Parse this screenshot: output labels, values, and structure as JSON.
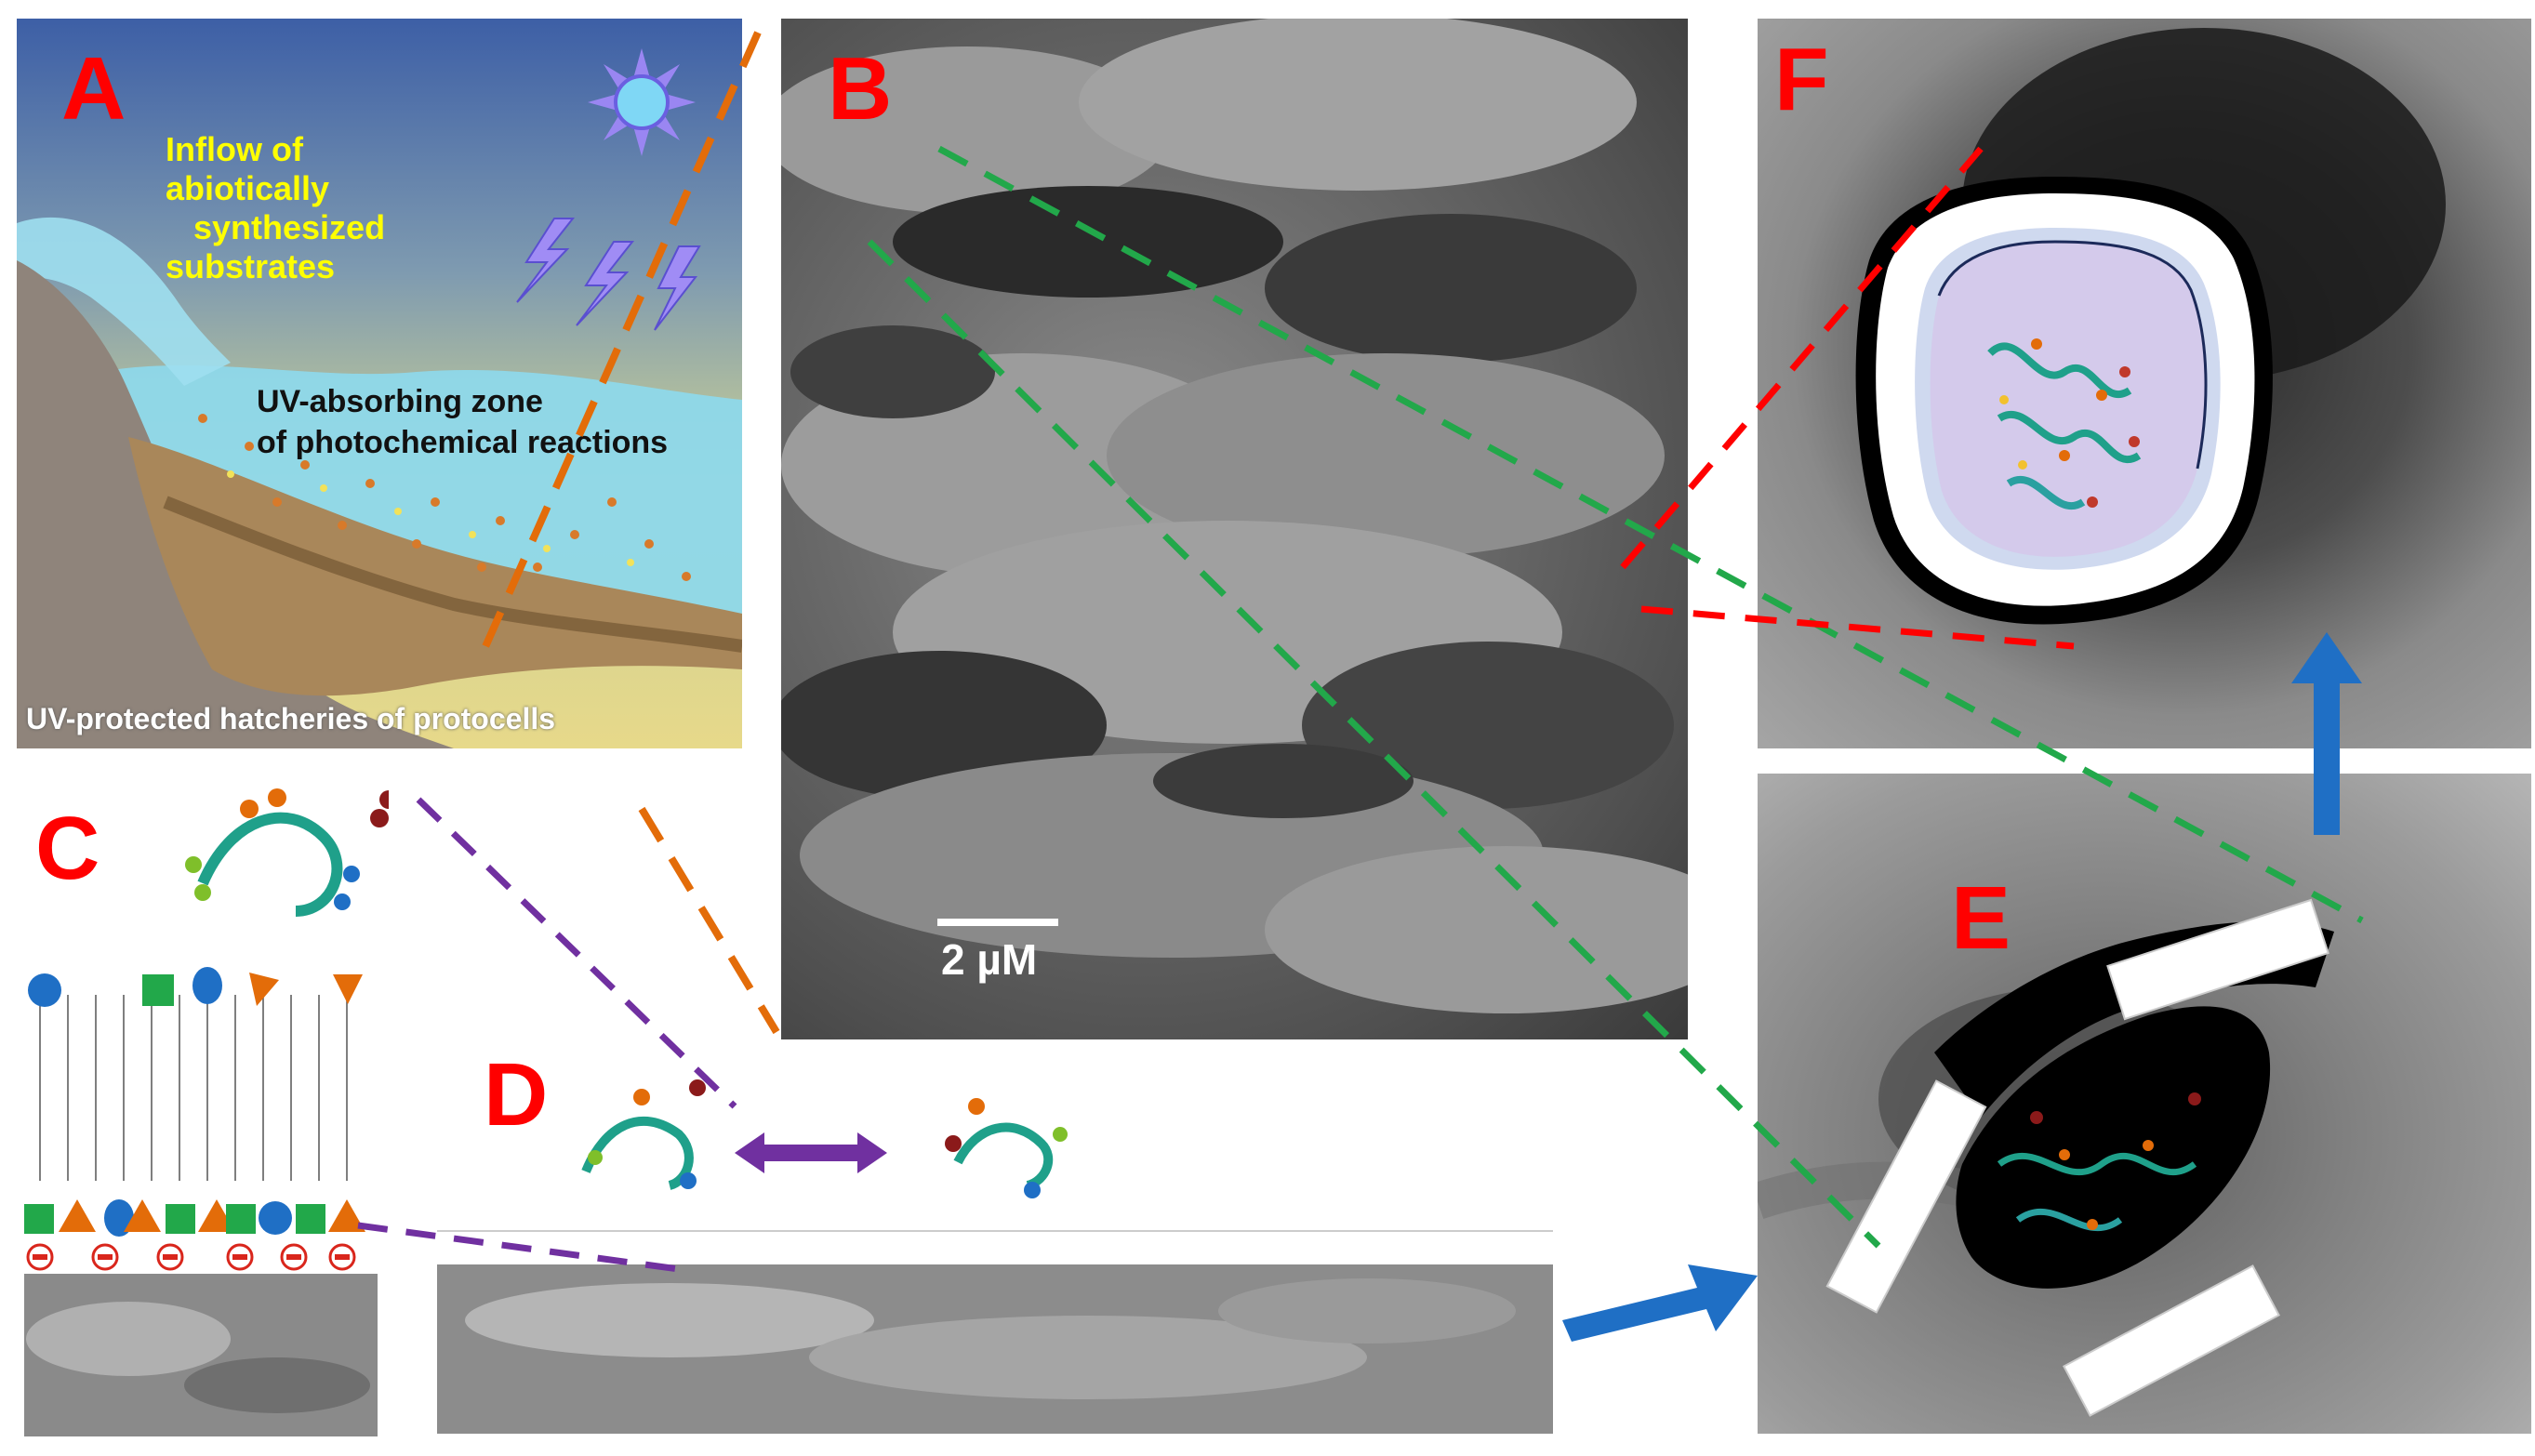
{
  "panels": {
    "a": {
      "label": "A",
      "inflow_text": [
        "Inflow of",
        "abiotically",
        "synthesized",
        "substrates"
      ],
      "zone_text": [
        "UV-absorbing zone",
        "of photochemical reactions"
      ],
      "caption": "UV-protected hatcheries of protocells"
    },
    "b": {
      "label": "B",
      "scale_bar": "2 µM"
    },
    "c": {
      "label": "C"
    },
    "d": {
      "label": "D"
    },
    "e": {
      "label": "E"
    },
    "f": {
      "label": "F"
    }
  },
  "colors": {
    "panel_label": "#ff0000",
    "inflow_text": "#ffff00",
    "orange_connector": "#e36c09",
    "green_connector": "#22a84a",
    "red_connector": "#ff0000",
    "purple_connector": "#7030a0",
    "flow_arrow": "#1f6fc5",
    "water": "#8ed8ea",
    "sun": "#8a7cf0"
  },
  "icons": [
    "sun-icon",
    "lightning-icon",
    "double-headed-arrow-icon",
    "flow-arrow-icon",
    "negative-charge-icon"
  ]
}
